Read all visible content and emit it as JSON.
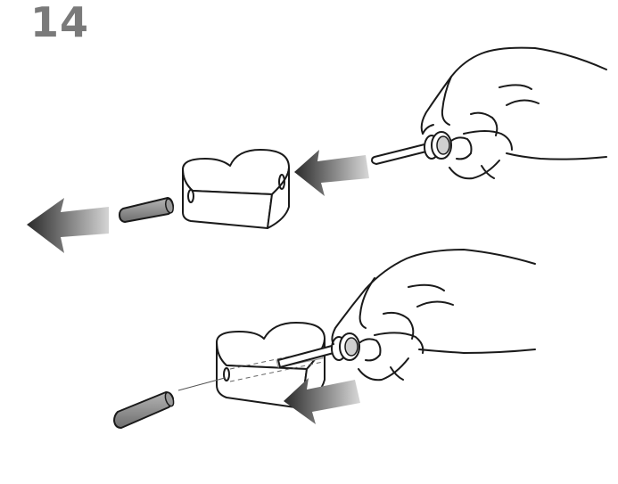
{
  "step": {
    "number": "14"
  },
  "colors": {
    "ink": "#1a1a1a",
    "step_number": "#7a7a7a",
    "arrow_dark": "#2a2a2a",
    "arrow_light": "#d0d0d0",
    "pin_fill": "#8a8a8a"
  },
  "panels": [
    {
      "name": "top-panel",
      "icons": [
        "heart-clasp-icon",
        "pin-icon",
        "screwdriver-icon",
        "hand-icon",
        "push-arrow-icon",
        "eject-arrow-icon"
      ]
    },
    {
      "name": "bottom-panel",
      "icons": [
        "heart-clasp-icon",
        "pin-icon",
        "screwdriver-icon",
        "hand-icon",
        "push-arrow-icon"
      ]
    }
  ]
}
